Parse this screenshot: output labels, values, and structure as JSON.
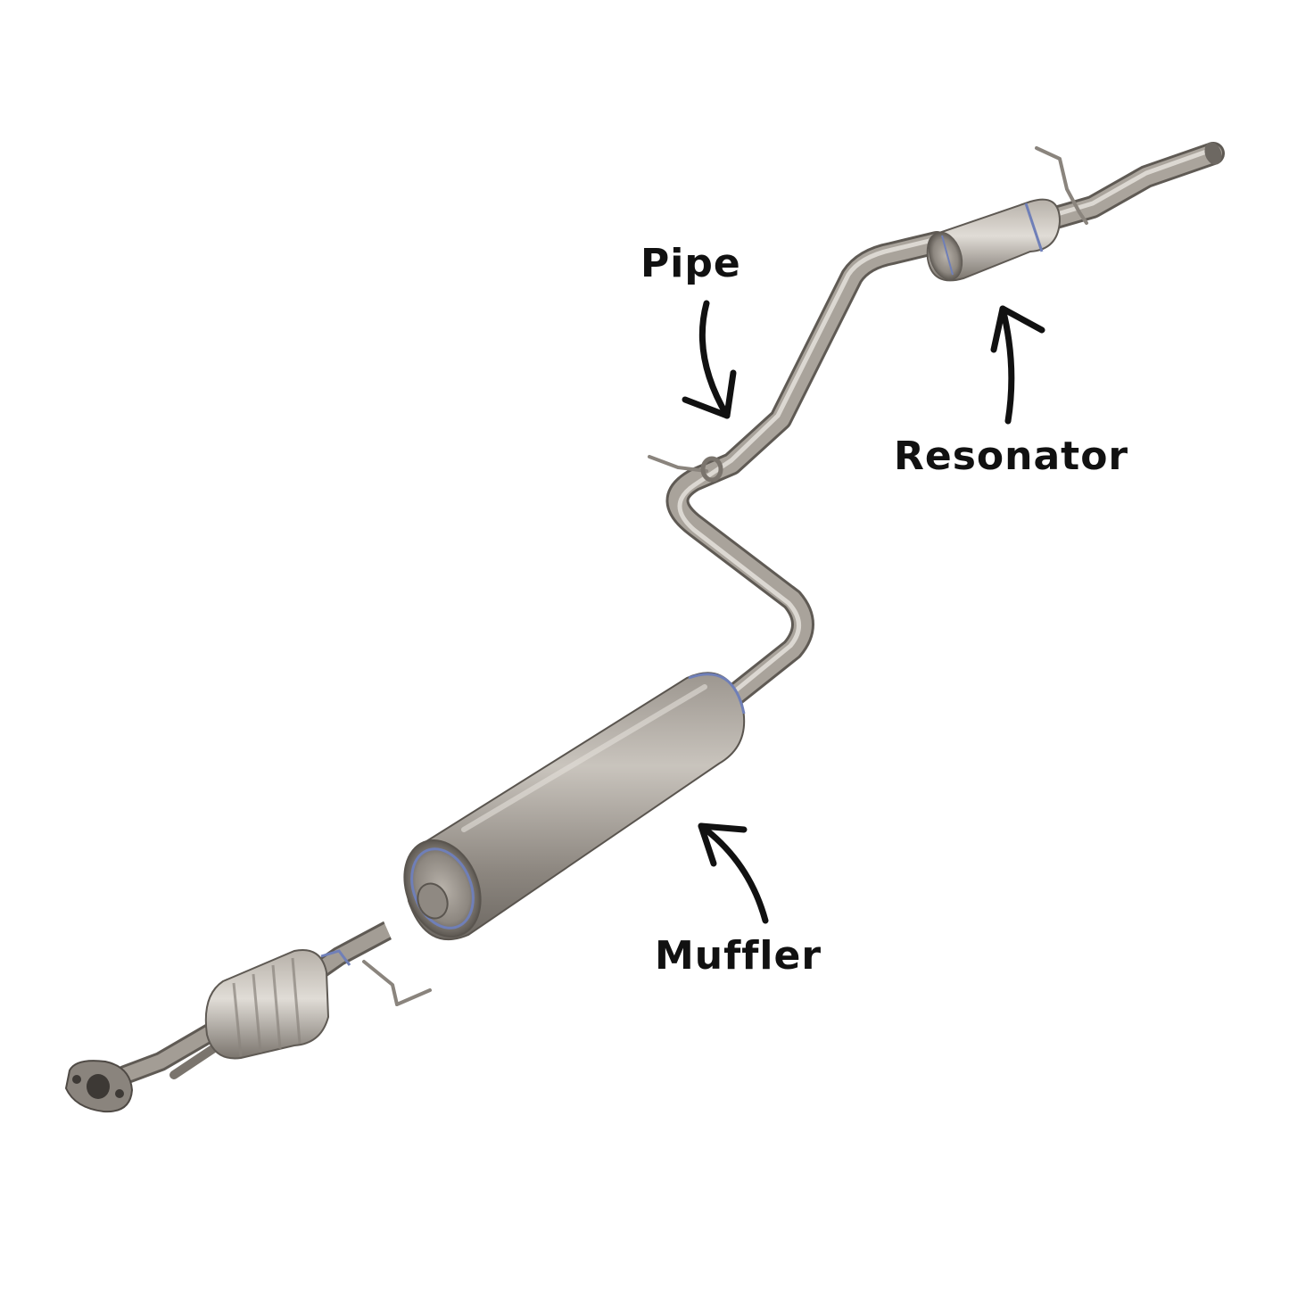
{
  "labels": {
    "pipe": "Pipe",
    "resonator": "Resonator",
    "muffler": "Muffler"
  },
  "colors": {
    "background": "#ffffff",
    "label_text": "#111111",
    "arrow": "#111111",
    "metal_dark": "#6b6660",
    "metal_mid": "#a8a29b",
    "metal_light": "#d9d5cf",
    "weld_blue": "#6f7fb8"
  }
}
